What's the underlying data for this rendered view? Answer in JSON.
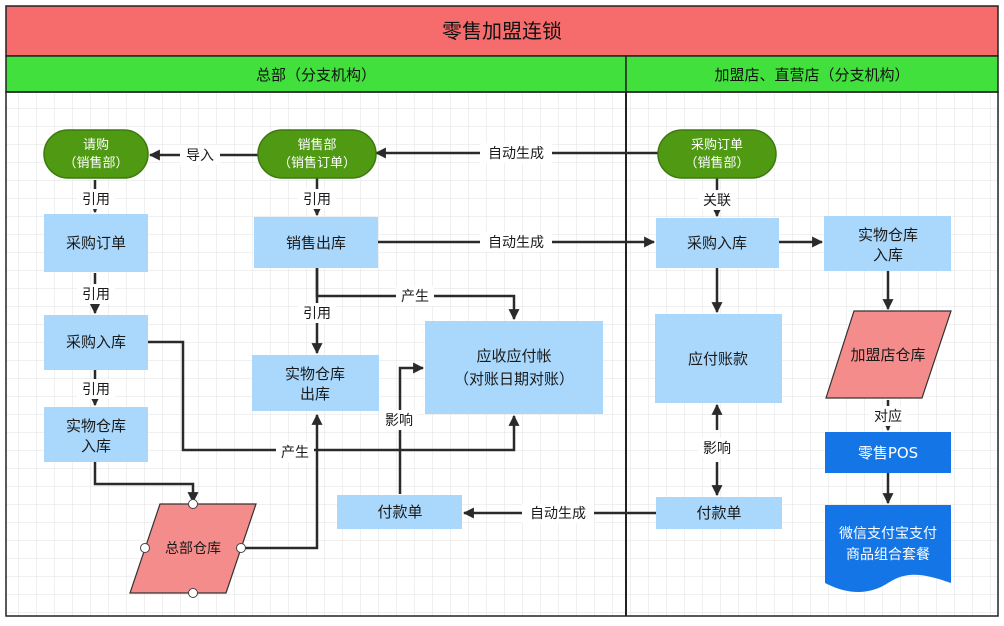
{
  "colors": {
    "title_bg": "#f66b6b",
    "header_bg": "#42e03c",
    "process_fill": "#a9d8fc",
    "terminal_fill": "#4f9a12",
    "terminal_stroke": "#3c7a10",
    "store_fill": "#f48c8c",
    "pos_fill": "#1475e6",
    "arrow": "#2a2a2a",
    "grid": "#e2e2e2"
  },
  "title": "零售加盟连锁",
  "headers": {
    "left": "总部（分支机构）",
    "right": "加盟店、直营店（分支机构）"
  },
  "nodes": {
    "qinggou": [
      "请购",
      "（销售部）"
    ],
    "xiaoshoubu": [
      "销售部",
      "（销售订单）"
    ],
    "caigou_order_r": [
      "采购订单",
      "（销售部）"
    ],
    "caigou_order_l": "采购订单",
    "xiaoshou_chuku": "销售出库",
    "caigou_ruku_l": "采购入库",
    "caigou_ruku_r": "采购入库",
    "shiwu_ruku_r": [
      "实物仓库",
      "入库"
    ],
    "shiwu_chuku": [
      "实物仓库",
      "出库"
    ],
    "yingshou": [
      "应收应付帐",
      "（对账日期对账）"
    ],
    "yingfu": "应付账款",
    "shiwu_ruku_l": [
      "实物仓库",
      "入库"
    ],
    "jiameng_store": "加盟店仓库",
    "pos": "零售POS",
    "fukuan_l": "付款单",
    "fukuan_r": "付款单",
    "zongbu_store": "总部仓库",
    "payment_doc": [
      "微信支付宝支付",
      "商品组合套餐"
    ]
  },
  "edge_labels": {
    "daoru": "导入",
    "auto1": "自动生成",
    "yinyong1": "引用",
    "yinyong2": "引用",
    "guanlian": "关联",
    "auto2": "自动生成",
    "chansheng1": "产生",
    "yinyong3": "引用",
    "yinyong4": "引用",
    "yingxiang1": "影响",
    "chansheng2": "产生",
    "duiying": "对应",
    "yingxiang2": "影响",
    "auto3": "自动生成"
  }
}
